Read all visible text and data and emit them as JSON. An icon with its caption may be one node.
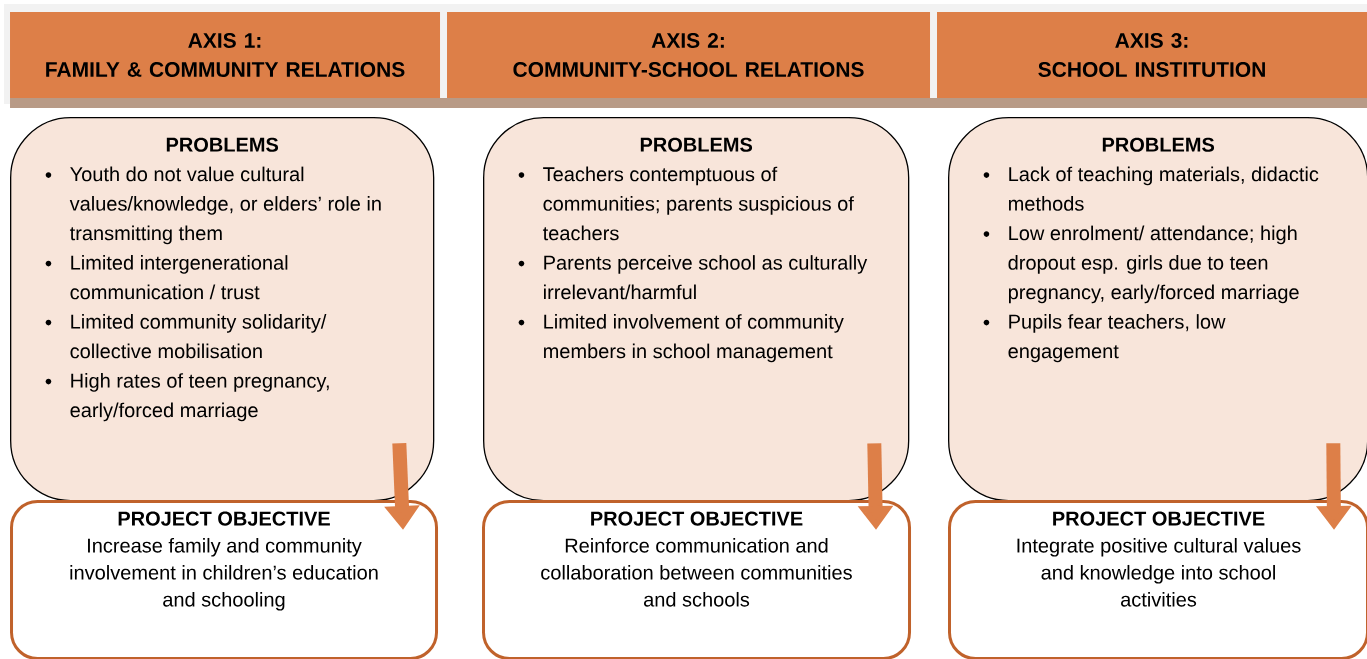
{
  "diagram": {
    "nodes": [
      {
        "text": [
          "AXIS 1:",
          "FAMILY & COMMUNITY RELATIONS"
        ]
      },
      {
        "text": [
          "AXIS 2:",
          "COMMUNITY-SCHOOL RELATIONS"
        ]
      },
      {
        "text": [
          "AXIS 3:",
          "SCHOOL INSTITUTION"
        ]
      },
      {
        "text": [
          "PROBLEMS",
          "Youth do not value cultural values/knowledge, or elders’ role in transmitting them",
          "Limited intergenerational communication / trust",
          "Limited community solidarity/ collective mobilisation",
          "High rates of teen pregnancy, early/forced marriage"
        ]
      },
      {
        "text": [
          "PROBLEMS",
          "Teachers contemptuous of communities; parents suspicious of teachers",
          "Parents perceive school as culturally irrelevant/harmful",
          "Limited involvement of community members in school management"
        ]
      },
      {
        "text": [
          "PROBLEMS",
          "Lack of teaching materials, didactic methods",
          "Low enrolment/ attendance; high dropout esp. girls due to teen pregnancy, early/forced marriage",
          "Pupils fear teachers, low engagement"
        ]
      },
      {
        "text": [
          "PROJECT OBJECTIVE",
          "Increase family and community involvement in children’s education and schooling"
        ]
      },
      {
        "text": [
          "PROJECT OBJECTIVE",
          "Reinforce communication and collaboration between communities and schools"
        ]
      },
      {
        "text": [
          "PROJECT OBJECTIVE",
          "Integrate positive cultural values and knowledge into school activities"
        ]
      }
    ],
    "edges": [
      {
        "from": 3,
        "to": 6,
        "arrow": "to"
      },
      {
        "from": 4,
        "to": 7,
        "arrow": "to"
      },
      {
        "from": 5,
        "to": 8,
        "arrow": "to"
      }
    ]
  }
}
